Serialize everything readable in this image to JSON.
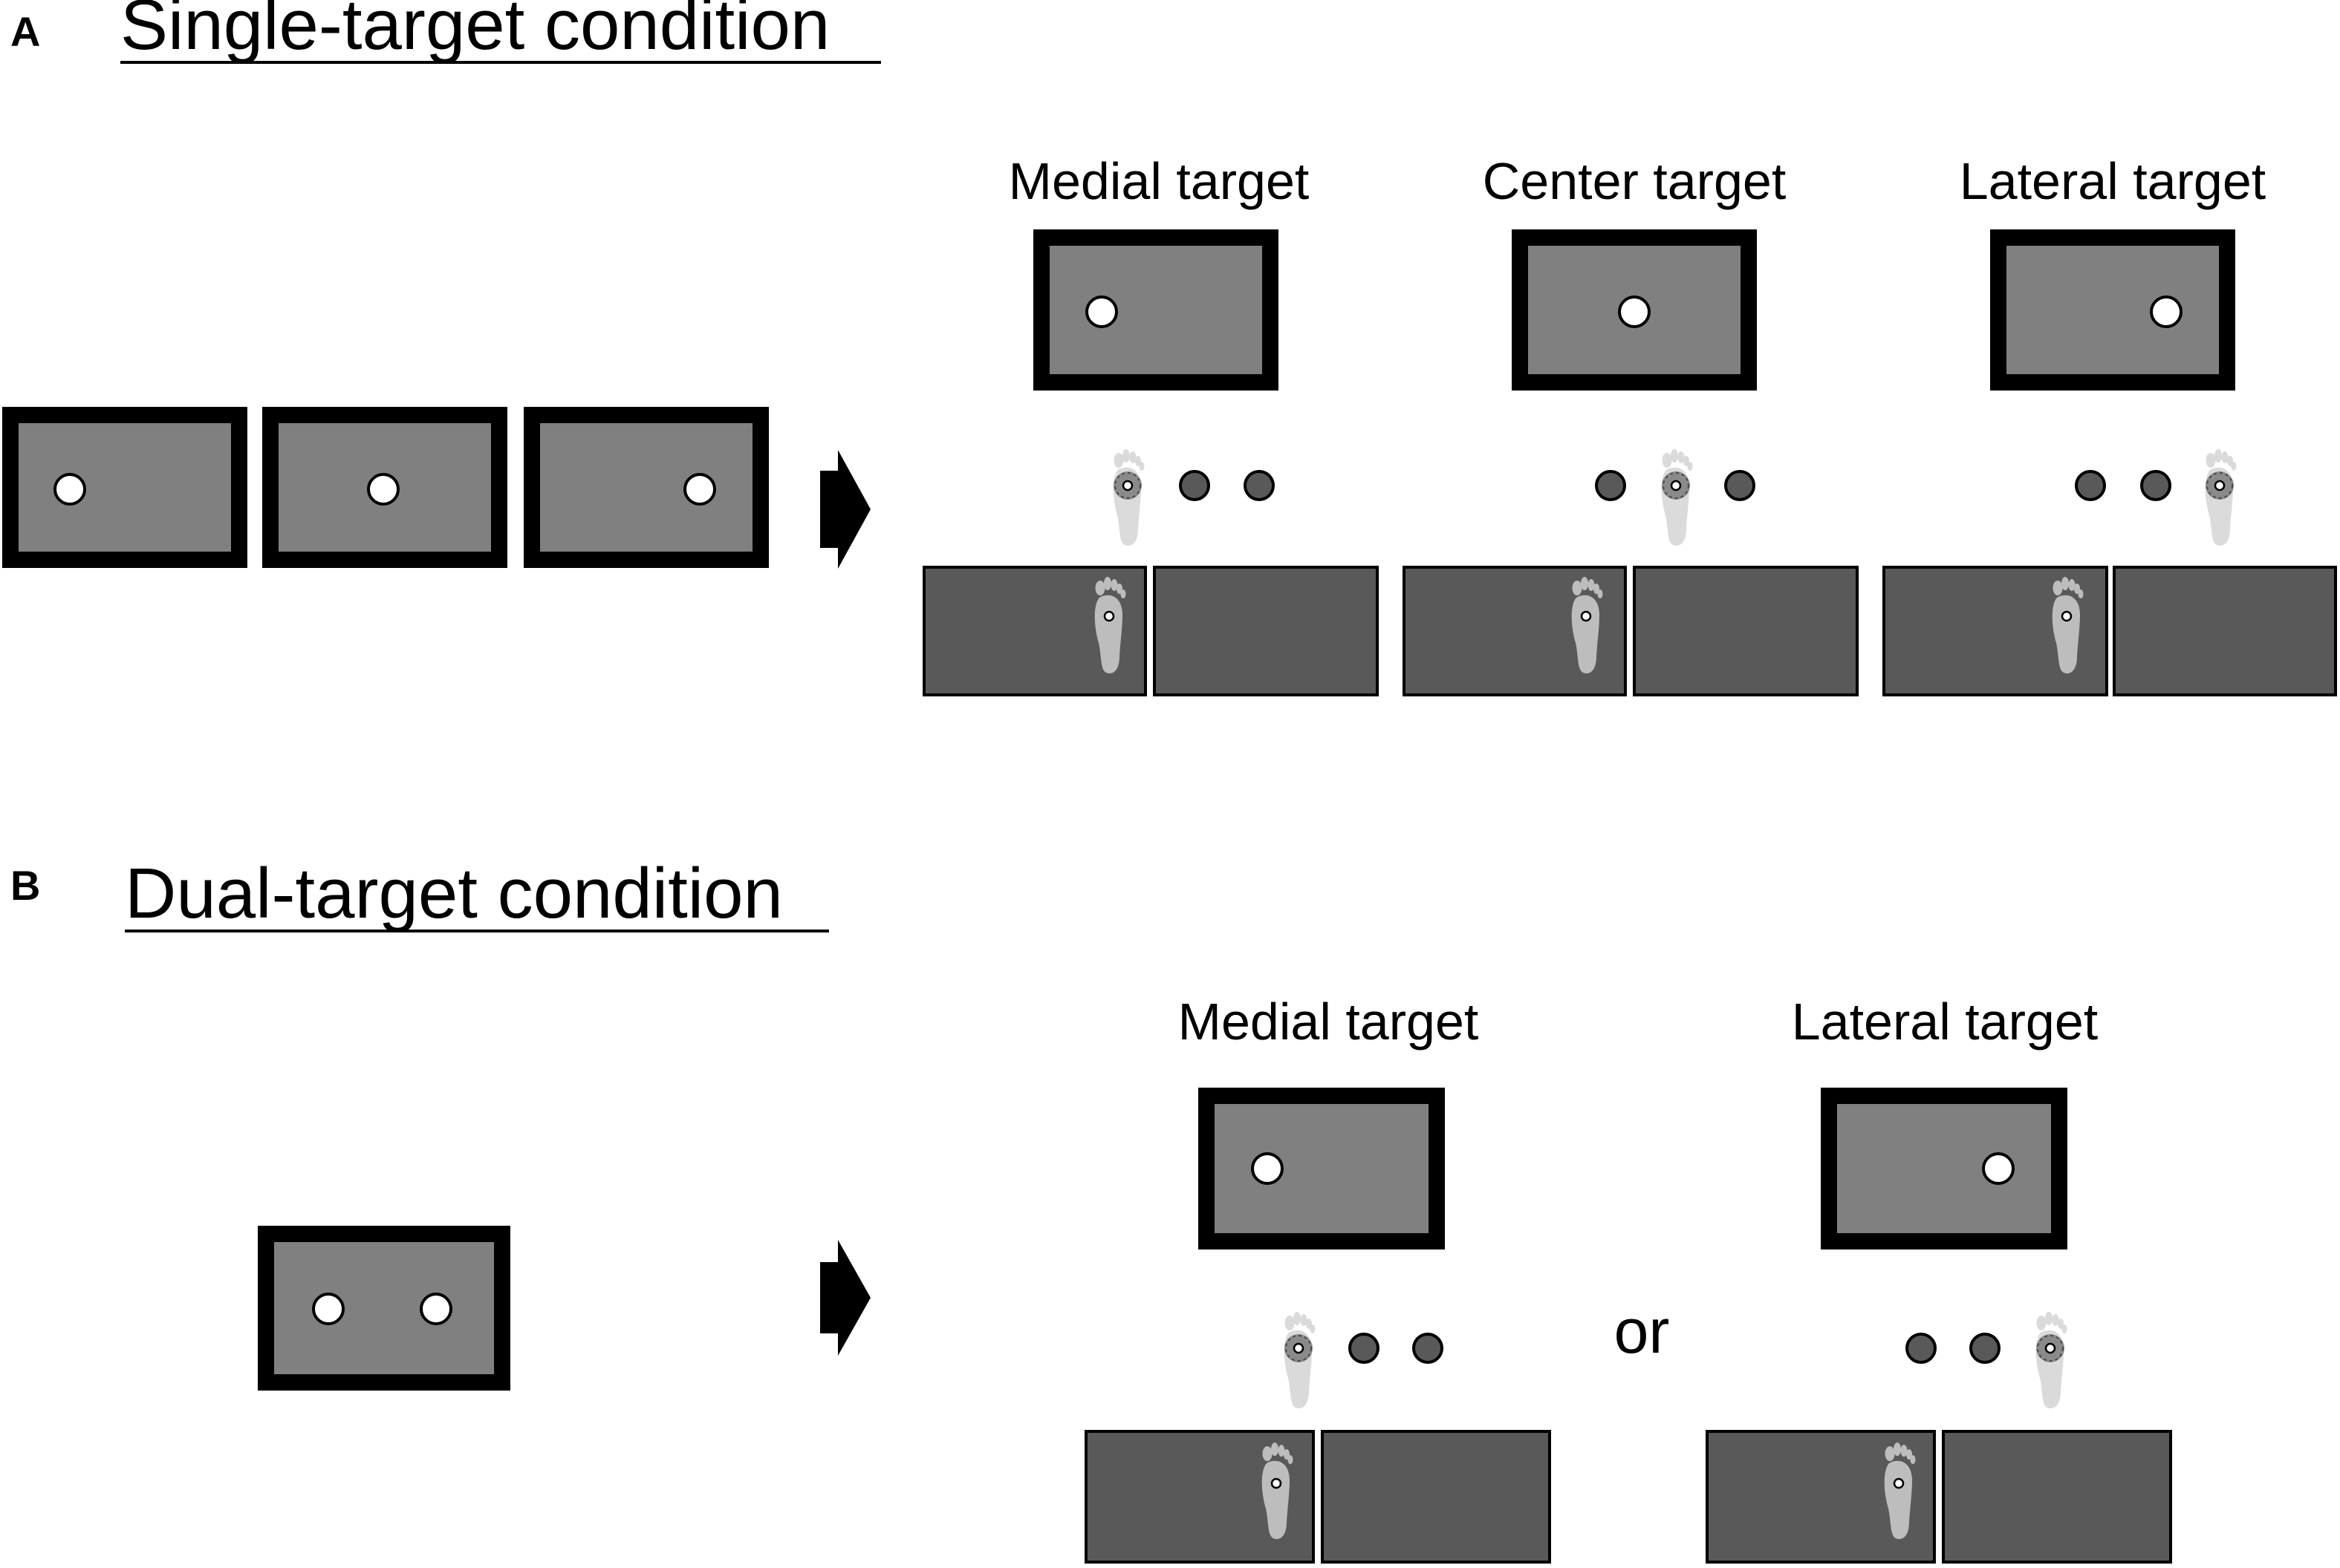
{
  "panel_a": {
    "letter": "A",
    "heading": "Single-target condition",
    "targets": [
      {
        "label": "Medial target",
        "stimulus_position": "left",
        "foot_position": "left"
      },
      {
        "label": "Center target",
        "stimulus_position": "center",
        "foot_position": "center"
      },
      {
        "label": "Lateral target",
        "stimulus_position": "right",
        "foot_position": "right"
      }
    ],
    "cue_screens": [
      {
        "dot_position": "left"
      },
      {
        "dot_position": "center"
      },
      {
        "dot_position": "right"
      }
    ]
  },
  "panel_b": {
    "letter": "B",
    "heading": "Dual-target condition",
    "connector": "or",
    "targets": [
      {
        "label": "Medial target",
        "stimulus_position": "left",
        "foot_position": "left"
      },
      {
        "label": "Lateral target",
        "stimulus_position": "right",
        "foot_position": "right"
      }
    ],
    "cue_screen": {
      "dot_count": 2
    }
  },
  "colors": {
    "screen_fill": "#808080",
    "screen_border": "#000000",
    "floor_panel": "#595959",
    "floor_dot": "#595959",
    "foot": "#bdbdbd",
    "stimulus_dot": "#ffffff"
  }
}
